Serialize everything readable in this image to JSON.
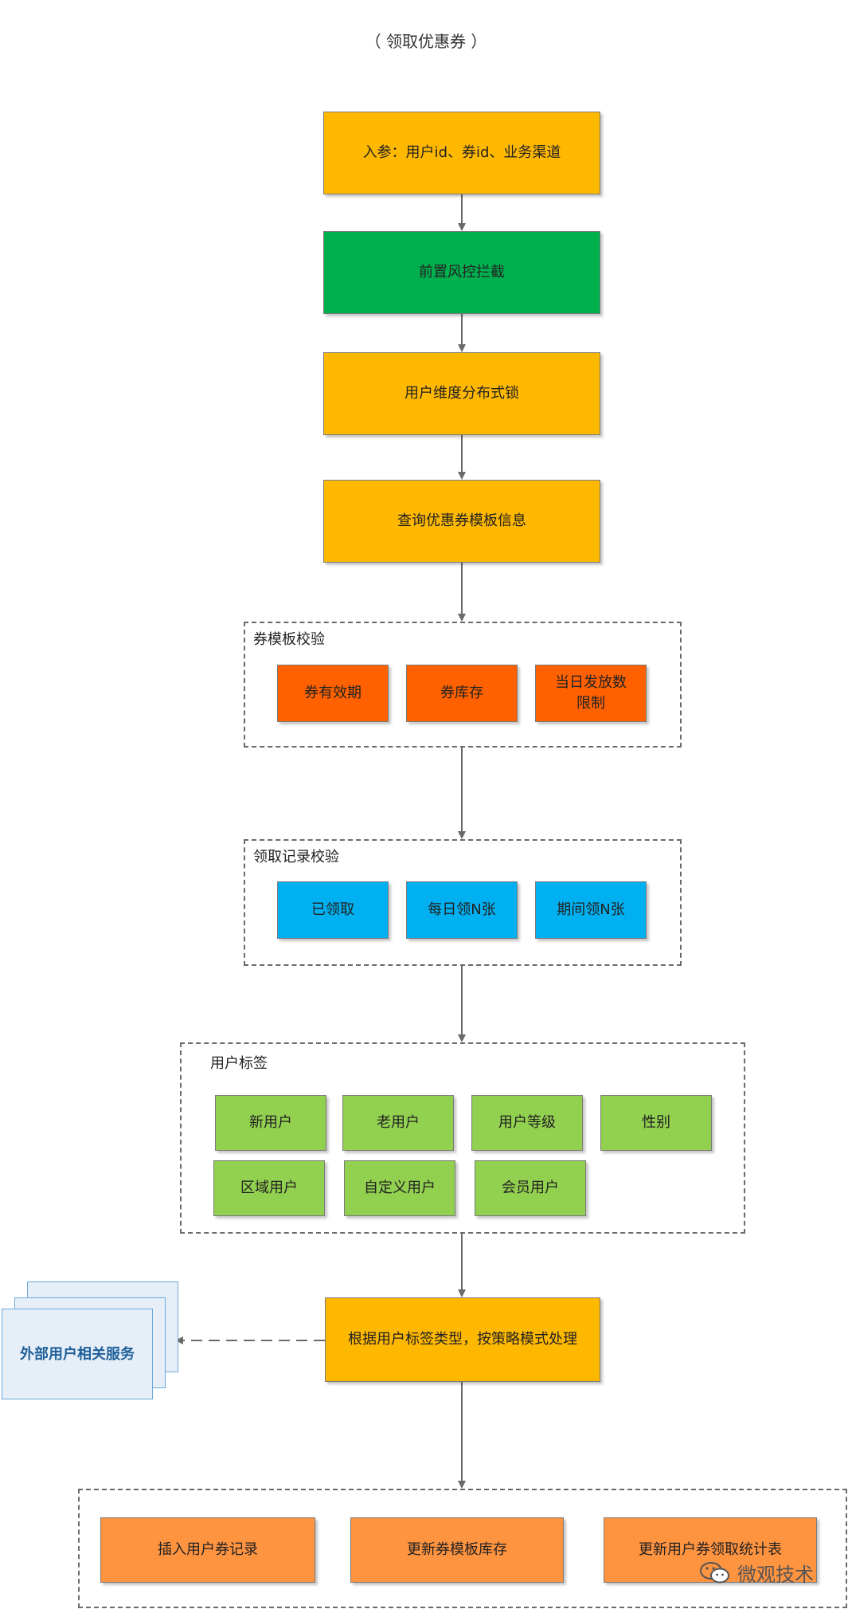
{
  "title": "（ 领取优惠券 ）",
  "steps": {
    "input": "入参：用户id、券id、业务渠道",
    "risk": "前置风控拦截",
    "lock": "用户维度分布式锁",
    "query": "查询优惠券模板信息",
    "strategy": "根据用户标签类型，按策略模式处理"
  },
  "template_check": {
    "label": "券模板校验",
    "items": [
      "券有效期",
      "券库存",
      "当日发放数限制"
    ]
  },
  "record_check": {
    "label": "领取记录校验",
    "items": [
      "已领取",
      "每日领N张",
      "期间领N张"
    ]
  },
  "user_tags": {
    "label": "用户标签",
    "items": [
      "新用户",
      "老用户",
      "用户等级",
      "性别",
      "区域用户",
      "自定义用户",
      "会员用户"
    ]
  },
  "external": {
    "label": "外部用户相关服务"
  },
  "final": {
    "items": [
      "插入用户券记录",
      "更新券模板库存",
      "更新用户券领取统计表"
    ]
  },
  "watermark": "微观技术",
  "colors": {
    "yellow": "#ffb800",
    "green": "#00b04f",
    "red": "#ff6100",
    "blue": "#00b0f0",
    "light_green": "#92d050",
    "orange": "#fe9340"
  }
}
